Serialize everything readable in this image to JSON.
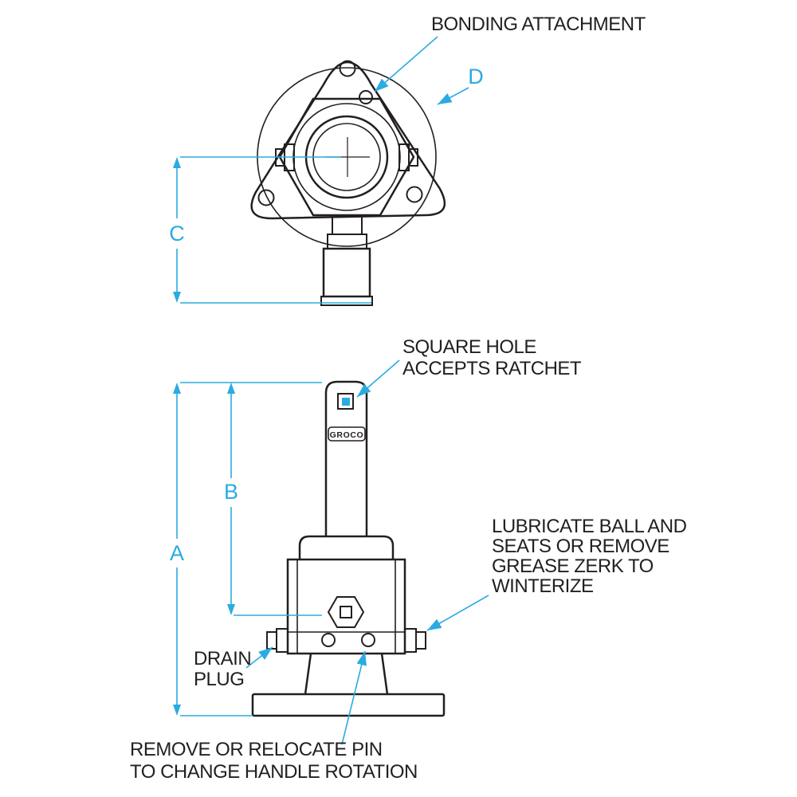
{
  "colors": {
    "line": "#231f20",
    "accent": "#2aabe2",
    "background": "#ffffff"
  },
  "top_view": {
    "bonding_label": "BONDING ATTACHMENT",
    "dim_d": "D",
    "dim_c": "C"
  },
  "side_view": {
    "square_hole": {
      "line1": "SQUARE HOLE",
      "line2": "ACCEPTS RATCHET"
    },
    "brand": "GROCO",
    "dim_a": "A",
    "dim_b": "B",
    "lubricate": {
      "line1": "LUBRICATE BALL AND",
      "line2": "SEATS OR REMOVE",
      "line3": "GREASE ZERK TO",
      "line4": "WINTERIZE"
    },
    "drain": {
      "line1": "DRAIN",
      "line2": "PLUG"
    },
    "remove_pin": {
      "line1": "REMOVE OR RELOCATE PIN",
      "line2": "TO CHANGE HANDLE ROTATION"
    }
  }
}
